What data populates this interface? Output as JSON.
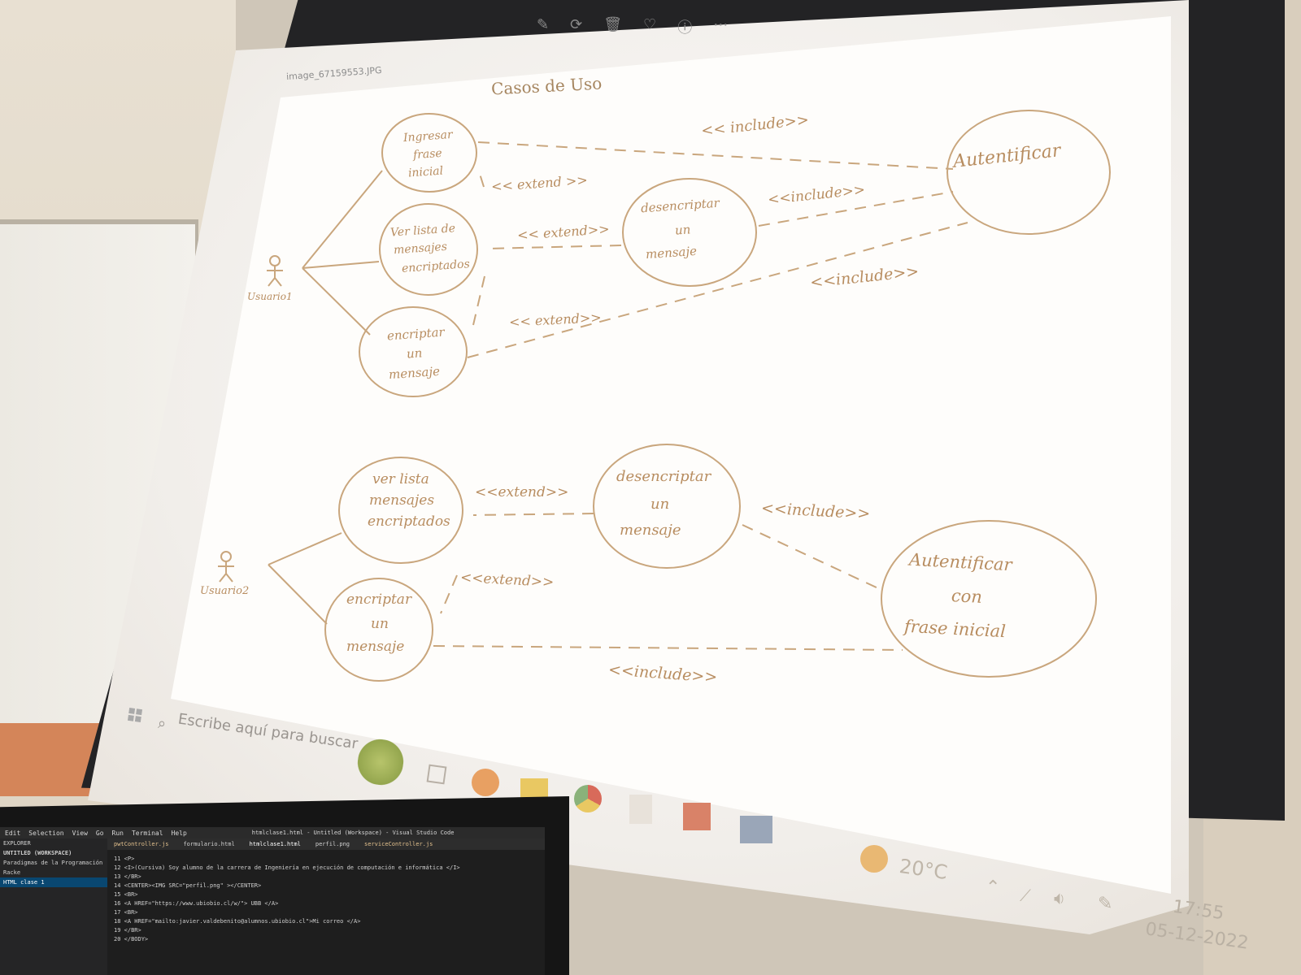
{
  "viewer": {
    "filename": "image_67159553.JPG",
    "diagram_title": "Casos de Uso"
  },
  "diagram1": {
    "actor": "Usuario1",
    "use_cases": {
      "ingresar": [
        "Ingresar",
        "frase",
        "inicial"
      ],
      "ver_lista": [
        "Ver lista de",
        "mensajes",
        "encriptados"
      ],
      "encriptar": [
        "encriptar",
        "un",
        "mensaje"
      ],
      "desencriptar": [
        "desencriptar",
        "un",
        "mensaje"
      ],
      "autentificar": "Autentificar"
    },
    "relations": {
      "include_top": "<< include>>",
      "extend_1": "<< extend >>",
      "extend_2": "<< extend>>",
      "include_mid": "<<include>>",
      "include_low": "<<include>>",
      "extend_3": "<< extend>>"
    }
  },
  "diagram2": {
    "actor": "Usuario2",
    "use_cases": {
      "ver_lista": [
        "ver lista",
        "mensajes",
        "encriptados"
      ],
      "desencriptar": [
        "desencriptar",
        "un",
        "mensaje"
      ],
      "encriptar": [
        "encriptar",
        "un",
        "mensaje"
      ],
      "autentificar": [
        "Autentificar",
        "con",
        "frase  inicial"
      ]
    },
    "relations": {
      "extend_1": "<<extend>>",
      "include_1": "<<include>>",
      "extend_2": "<<extend>>",
      "include_2": "<<include>>"
    }
  },
  "taskbar": {
    "search_placeholder": "Escribe aquí para buscar",
    "temperature": "20°C",
    "time": "17:55",
    "date": "05-12-2022"
  },
  "laptop": {
    "menu": [
      "Edit",
      "Selection",
      "View",
      "Go",
      "Run",
      "Terminal",
      "Help"
    ],
    "window_title": "htmlclase1.html - Untitled (Workspace) - Visual Studio Code",
    "explorer_header": "EXPLORER",
    "workspace": "UNTITLED (WORKSPACE)",
    "folders": [
      "Paradigmas de la Programación",
      "Racke",
      "HTML clase 1"
    ],
    "tabs": [
      "pwtController.js",
      "formulario.html",
      "htmlclase1.html",
      "perfil.png",
      "serviceController.js"
    ],
    "code_lines": [
      "11  <P>",
      "12  <I>(Cursiva) Soy alumno de la carrera de Ingeniería en ejecución de computación e informática </I>",
      "13  </BR>",
      "14  <CENTER><IMG SRC=\"perfil.png\" ></CENTER>",
      "15  <BR>",
      "16  <A HREF=\"https://www.ubiobio.cl/w/\"> UBB </A>",
      "17  <BR>",
      "18  <A HREF=\"mailto:javier.valdebenito@alumnos.ubiobio.cl\">Mi correo </A>",
      "19  </BR>",
      "20  </BODY>"
    ]
  },
  "colors": {
    "ink": "#b88d60",
    "projection": "#fefdfb",
    "editor_bg": "#1e1e1e"
  }
}
